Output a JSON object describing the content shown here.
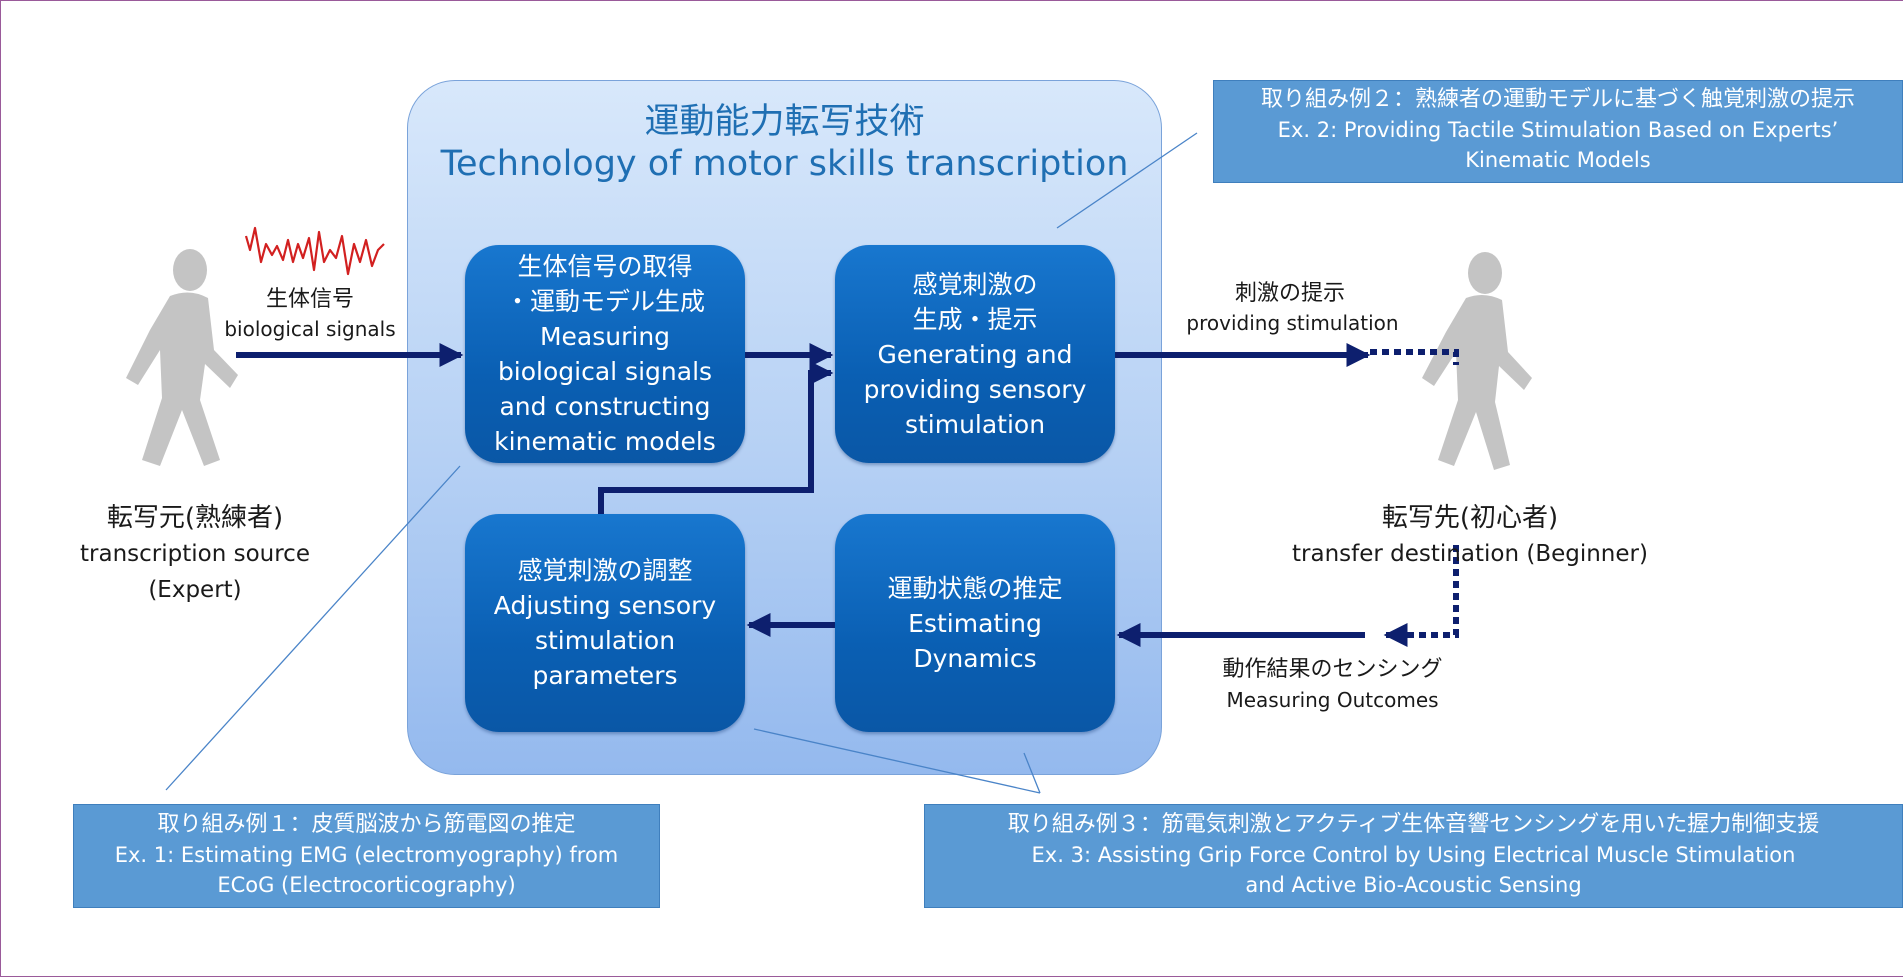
{
  "panel": {
    "title_jp": "運動能力転写技術",
    "title_en": "Technology of motor skills transcription"
  },
  "boxes": {
    "measure": {
      "jp1": "生体信号の取得",
      "jp2": "・運動モデル生成",
      "en1": "Measuring",
      "en2": "biological signals",
      "en3": "and constructing",
      "en4": "kinematic models"
    },
    "generate": {
      "jp1": "感覚刺激の",
      "jp2": "生成・提示",
      "en1": "Generating and",
      "en2": "providing sensory",
      "en3": "stimulation"
    },
    "adjust": {
      "jp1": "感覚刺激の調整",
      "en1": "Adjusting sensory",
      "en2": "stimulation",
      "en3": "parameters"
    },
    "estimate": {
      "jp1": "運動状態の推定",
      "en1": "Estimating",
      "en2": "Dynamics"
    }
  },
  "examples": {
    "ex1": {
      "jp": "取り組み例１：皮質脳波から筋電図の推定",
      "en1": "Ex. 1: Estimating EMG (electromyography) from",
      "en2": "ECoG (Electrocorticography)"
    },
    "ex2": {
      "jp": "取り組み例２：熟練者の運動モデルに基づく触覚刺激の提示",
      "en1": "Ex. 2: Providing Tactile Stimulation Based on Experts’",
      "en2": "Kinematic Models"
    },
    "ex3": {
      "jp": "取り組み例３：筋電気刺激とアクティブ生体音響センシングを用いた握力制御支援",
      "en1": "Ex. 3: Assisting Grip Force Control by Using Electrical Muscle Stimulation",
      "en2": "and Active Bio-Acoustic Sensing"
    }
  },
  "labels": {
    "bio_jp": "生体信号",
    "bio_en": "biological signals",
    "stim_jp": "刺激の提示",
    "stim_en": "providing stimulation",
    "sense_jp": "動作結果のセンシング",
    "sense_en": "Measuring Outcomes",
    "source_jp": "転写元(熟練者)",
    "source_en1": "transcription source",
    "source_en2": "(Expert)",
    "dest_jp": "転写先(初心者)",
    "dest_en": "transfer destination (Beginner)"
  },
  "colors": {
    "arrow": "#0d1f6e",
    "box": "#0a62b8",
    "panel": "#b5d0f4",
    "example": "#5a9ad4",
    "signal": "#d22020",
    "figure": "#c4c4c4"
  }
}
